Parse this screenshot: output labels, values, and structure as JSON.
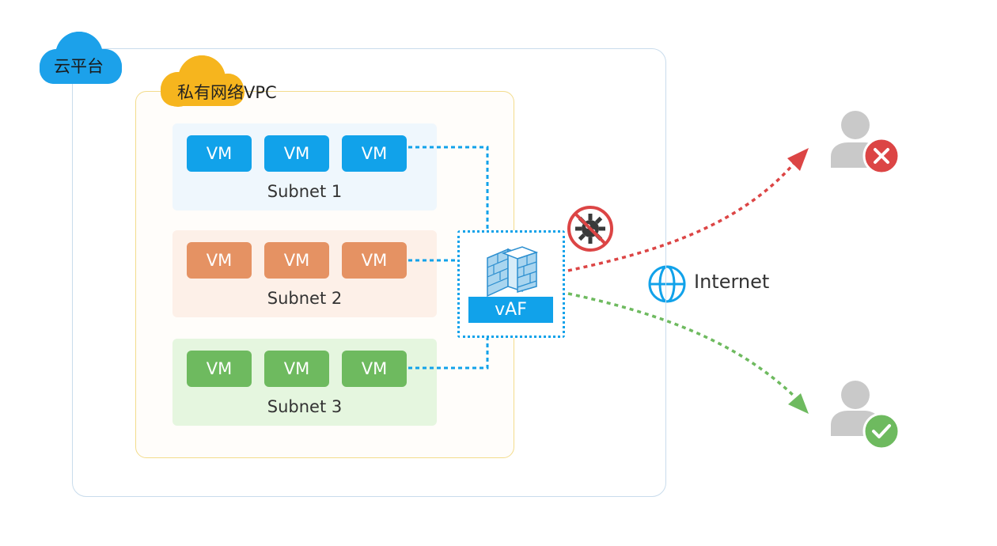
{
  "platform": {
    "label": "云平台"
  },
  "vpc": {
    "label": "私有网络VPC"
  },
  "subnets": [
    {
      "label": "Subnet 1",
      "vms": [
        "VM",
        "VM",
        "VM"
      ]
    },
    {
      "label": "Subnet 2",
      "vms": [
        "VM",
        "VM",
        "VM"
      ]
    },
    {
      "label": "Subnet 3",
      "vms": [
        "VM",
        "VM",
        "VM"
      ]
    }
  ],
  "firewall": {
    "label": "vAF"
  },
  "internet": {
    "label": "Internet"
  },
  "colors": {
    "platform": "#1ca1ea",
    "vpc": "#f6b51e",
    "subnet1": "#11a2ea",
    "subnet2": "#e59263",
    "subnet3": "#6eba5f",
    "blocked": "#dc4545",
    "allowed": "#6eba5f"
  },
  "icons": [
    "cloud-icon",
    "firewall-brick-icon",
    "virus-blocked-icon",
    "globe-icon",
    "user-blocked-icon",
    "user-allowed-icon"
  ]
}
